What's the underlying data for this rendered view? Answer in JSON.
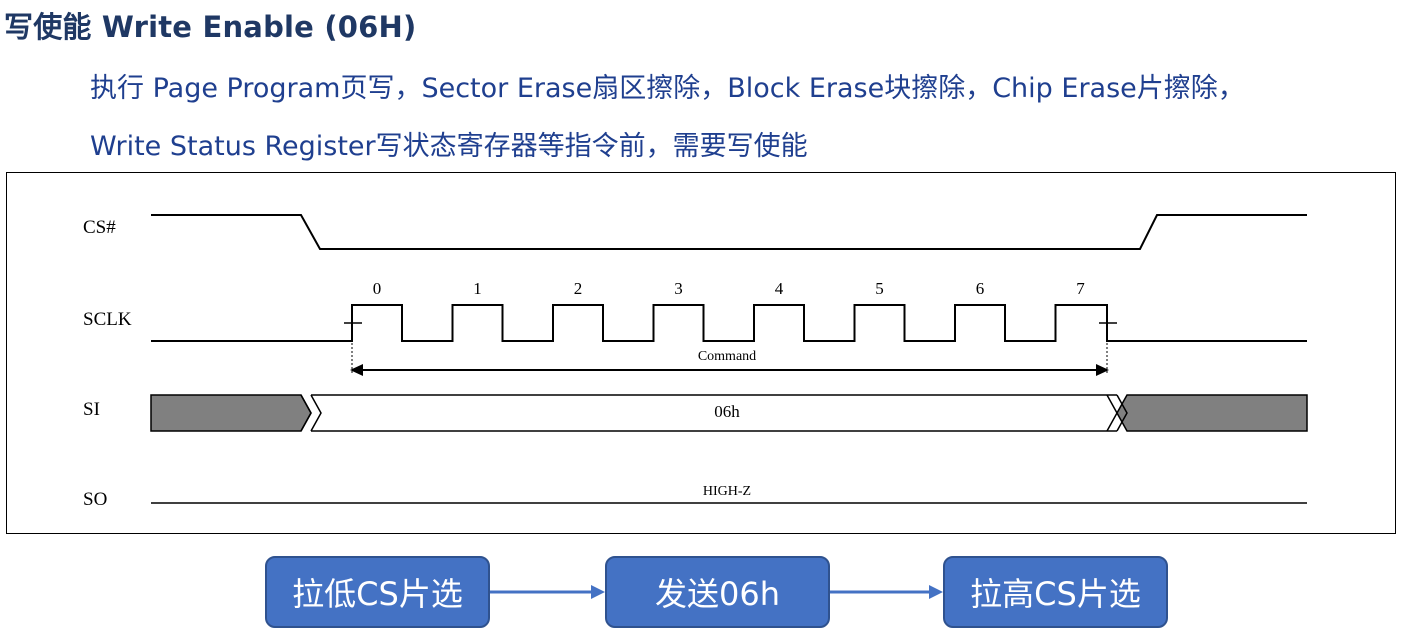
{
  "title": "写使能 Write Enable (06H)",
  "description": [
    "执行 Page Program页写，Sector Erase扇区擦除，Block Erase块擦除，Chip Erase片擦除，",
    "Write Status Register写状态寄存器等指令前，需要写使能"
  ],
  "timing": {
    "signals": [
      "CS#",
      "SCLK",
      "SI",
      "SO"
    ],
    "clock_labels": [
      "0",
      "1",
      "2",
      "3",
      "4",
      "5",
      "6",
      "7"
    ],
    "command_label": "Command",
    "si_value": "06h",
    "so_state": "HIGH-Z"
  },
  "flow": {
    "steps": [
      "拉低CS片选",
      "发送06h",
      "拉高CS片选"
    ]
  },
  "colors": {
    "title": "#1f3864",
    "description": "#1f3f8f",
    "box_fill": "#4472c4",
    "box_border": "#2f528f",
    "arrow": "#4472c4",
    "hatch": "#808080"
  }
}
